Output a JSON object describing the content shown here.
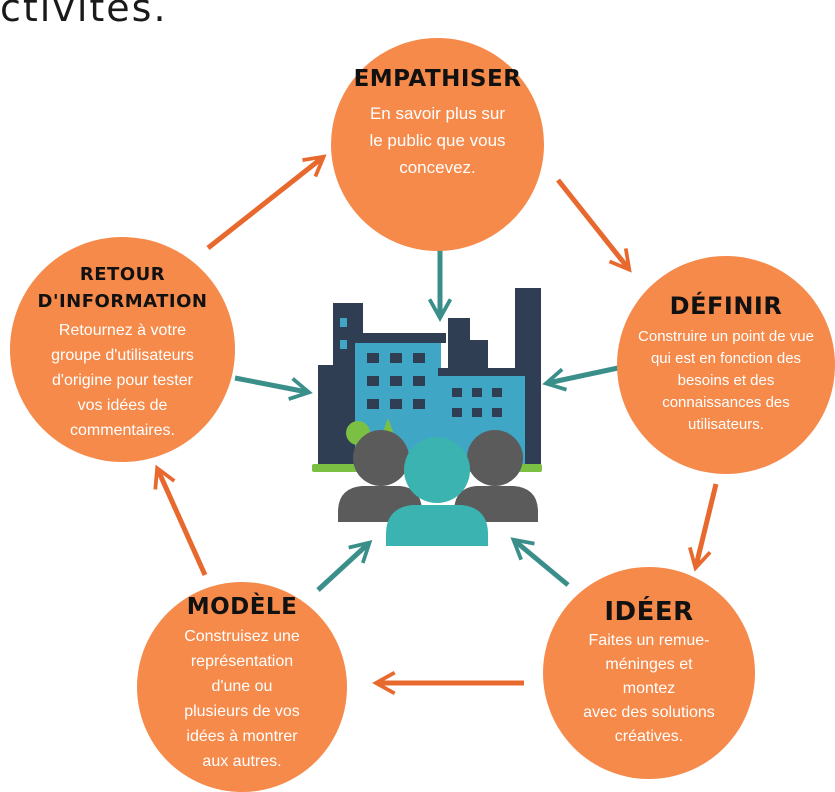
{
  "header": {
    "partial_text": "ctivités."
  },
  "stages": {
    "empathiser": {
      "title": "EMPATHISER",
      "body": "En savoir plus sur\nle public que vous\nconcevez."
    },
    "definir": {
      "title": "DÉFINIR",
      "body": "Construire un point de vue\nqui est en fonction des\nbesoins et des\nconnaissances des\nutilisateurs."
    },
    "ideer": {
      "title": "IDÉER",
      "body": "Faites un remue-\nméninges et\nmontez\navec des solutions\ncréatives."
    },
    "modele": {
      "title": "MODÈLE",
      "body": "Construisez une\nreprésentation\nd'une ou\nplusieurs de vos\nidées à montrer\naux autres."
    },
    "retour": {
      "title": "RETOUR\nD'INFORMATION",
      "body": "Retournez à votre\ngroupe d'utilisateurs\nd'origine pour tester\nvos idées de\ncommentaires."
    }
  },
  "colors": {
    "circle": "#f58a4b",
    "cycle_arrow": "#e8692e",
    "center_arrow": "#3b8f8a",
    "building_dark": "#2f3e52",
    "building_blue": "#3fa6c6",
    "person_gray": "#5b5b5b",
    "person_teal": "#3bb3b0",
    "grass": "#7bc043"
  },
  "icons": {
    "center": "city-and-people-icon"
  }
}
